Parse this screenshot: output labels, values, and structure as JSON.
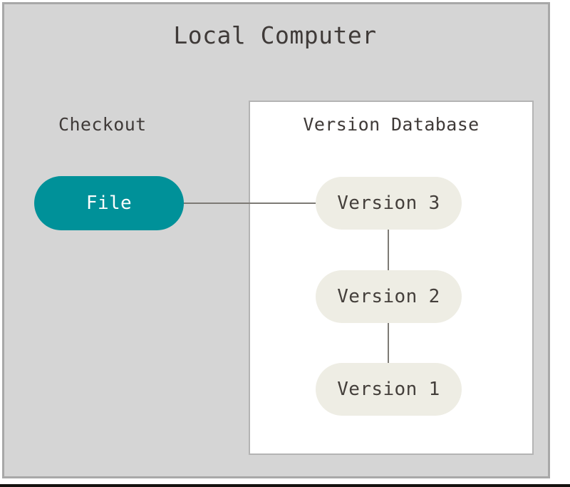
{
  "diagram": {
    "title": "Local Computer",
    "colors": {
      "background": "#d5d5d5",
      "frame_border": "#a8a8a8",
      "panel_background": "#ffffff",
      "panel_border": "#b4b4b4",
      "accent_teal": "#009199",
      "node_cream": "#eeede4",
      "text_dark": "#3f3a38",
      "connector_gray": "#7d7a75",
      "bottom_bar": "#15120f"
    },
    "checkout": {
      "label": "Checkout",
      "node_label": "File"
    },
    "version_database": {
      "title": "Version Database",
      "versions": [
        {
          "label": "Version 3"
        },
        {
          "label": "Version 2"
        },
        {
          "label": "Version 1"
        }
      ]
    },
    "connectors": [
      {
        "name": "file-to-version-3",
        "orientation": "horizontal"
      },
      {
        "name": "version-3-to-version-2",
        "orientation": "vertical"
      },
      {
        "name": "version-2-to-version-1",
        "orientation": "vertical"
      }
    ]
  }
}
